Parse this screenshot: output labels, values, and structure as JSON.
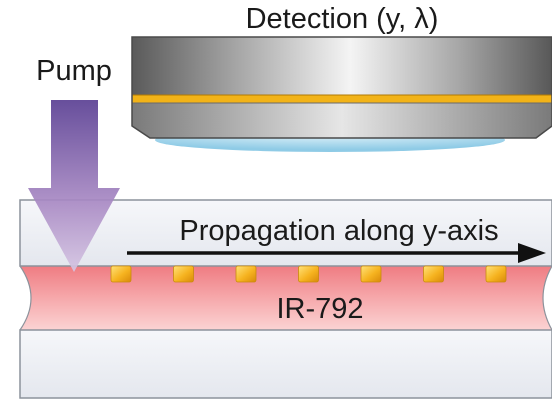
{
  "labels": {
    "detection": "Detection (y, λ)",
    "pump": "Pump",
    "propagation": "Propagation along y-axis",
    "dye": "IR-792"
  },
  "colors": {
    "background": "#ffffff",
    "glass_slab": "#eef0f4",
    "glass_edge": "#8c929b",
    "dye_layer": "#f5a0a4",
    "nanoparticle": "#f7b92a",
    "objective_body": "#9a9a9a",
    "objective_stripe": "#f2b318",
    "objective_lens_glow": "#a8d8ee",
    "pump_arrow": "#7a5aa6",
    "text": "#1a1a1a"
  },
  "nanoparticles": {
    "count": 7
  }
}
